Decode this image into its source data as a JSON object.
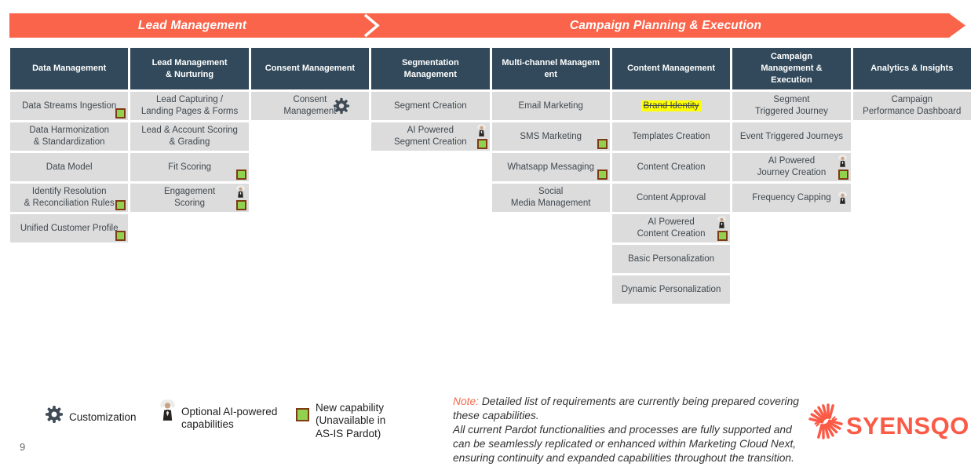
{
  "banner": {
    "left_label": "Lead Management",
    "right_label": "Campaign Planning & Execution"
  },
  "board": {
    "columns": [
      {
        "header": "Data Management",
        "cells": [
          {
            "label": "Data Streams Ingestion",
            "icons": [
              "new"
            ]
          },
          {
            "label": "Data Harmonization\n& Standardization",
            "icons": []
          },
          {
            "label": "Data Model",
            "icons": []
          },
          {
            "label": "Identify Resolution\n& Reconciliation Rules",
            "icons": [
              "new"
            ]
          },
          {
            "label": "Unified Customer Profile",
            "icons": [
              "new"
            ]
          }
        ]
      },
      {
        "header": "Lead Management\n& Nurturing",
        "cells": [
          {
            "label": "Lead Capturing /\nLanding Pages & Forms",
            "icons": []
          },
          {
            "label": "Lead & Account Scoring\n& Grading",
            "icons": []
          },
          {
            "label": "Fit Scoring",
            "icons": [
              "new"
            ]
          },
          {
            "label": "Engagement\nScoring",
            "icons": [
              "ai",
              "new"
            ]
          }
        ]
      },
      {
        "header": "Consent Management",
        "cells": [
          {
            "label": "Consent\nManagement",
            "icons": [
              "gear"
            ]
          }
        ]
      },
      {
        "header": "Segmentation\nManagement",
        "cells": [
          {
            "label": "Segment Creation",
            "icons": []
          },
          {
            "label": "AI Powered\nSegment Creation",
            "icons": [
              "ai",
              "new"
            ]
          }
        ]
      },
      {
        "header": "Multi-channel Managem\nent",
        "cells": [
          {
            "label": "Email Marketing",
            "icons": []
          },
          {
            "label": "SMS Marketing",
            "icons": [
              "new"
            ]
          },
          {
            "label": "Whatsapp Messaging",
            "icons": [
              "new"
            ]
          },
          {
            "label": "Social\nMedia Management",
            "icons": []
          }
        ]
      },
      {
        "header": "Content Management",
        "cells": [
          {
            "label": "Brand Identity",
            "icons": [],
            "style": "strikethrough-highlight"
          },
          {
            "label": "Templates Creation",
            "icons": []
          },
          {
            "label": "Content Creation",
            "icons": []
          },
          {
            "label": "Content Approval",
            "icons": []
          },
          {
            "label": "AI Powered\nContent Creation",
            "icons": [
              "ai",
              "new"
            ]
          },
          {
            "label": "Basic Personalization",
            "icons": []
          },
          {
            "label": "Dynamic Personalization",
            "icons": []
          }
        ]
      },
      {
        "header": "Campaign\nManagement &\nExecution",
        "cells": [
          {
            "label": "Segment\nTriggered Journey",
            "icons": []
          },
          {
            "label": "Event Triggered Journeys",
            "icons": []
          },
          {
            "label": "AI Powered\nJourney Creation",
            "icons": [
              "ai",
              "new"
            ]
          },
          {
            "label": "Frequency Capping",
            "icons": [
              "ai"
            ]
          }
        ]
      },
      {
        "header": "Analytics & Insights",
        "cells": [
          {
            "label": "Campaign\nPerformance Dashboard",
            "icons": []
          }
        ]
      }
    ]
  },
  "legend": {
    "items": [
      {
        "icon": "gear",
        "label": "Customization"
      },
      {
        "icon": "ai",
        "label": "Optional AI-powered\ncapabilities"
      },
      {
        "icon": "new",
        "label": "New capability\n(Unavailable in\nAS-IS Pardot)"
      }
    ]
  },
  "note": {
    "prefix": "Note:",
    "body": " Detailed list of requirements are currently being prepared covering these capabilities.\nAll current Pardot functionalities and processes are fully supported and can be seamlessly replicated or enhanced within Marketing Cloud Next, ensuring continuity and expanded capabilities throughout the transition."
  },
  "logo": {
    "text": "SYENSQO"
  },
  "page_number": "9",
  "colors": {
    "banner_orange": "#f9644a",
    "header_slate": "#31495a",
    "cell_gray": "#dcdcdc",
    "new_capability_green": "#92d050",
    "new_capability_border": "#7e3a12",
    "highlight_yellow": "#ffff00",
    "logo_orange": "#fa5a46"
  }
}
